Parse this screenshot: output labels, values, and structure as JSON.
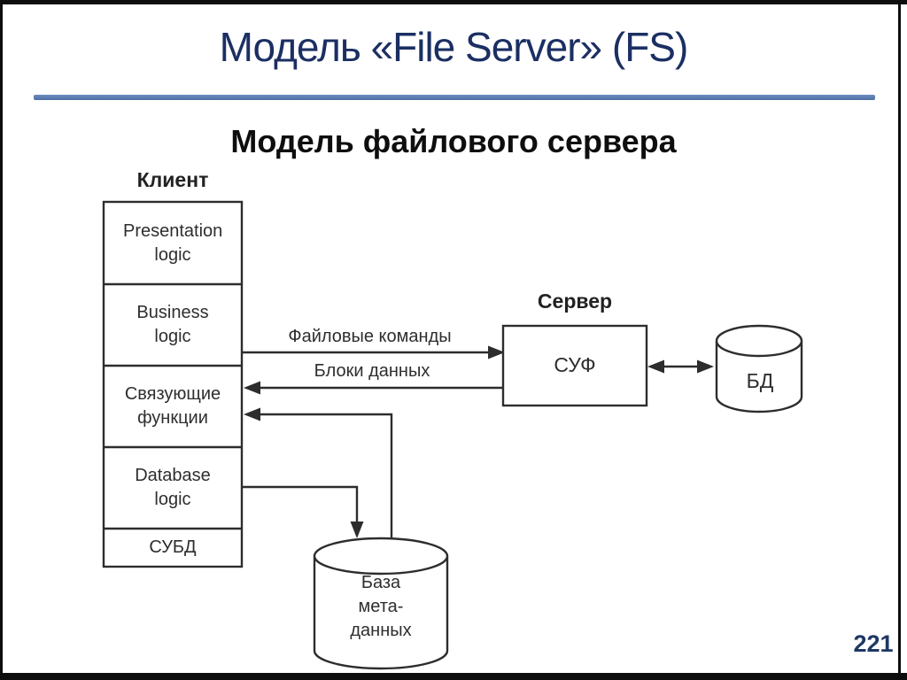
{
  "slide": {
    "title": "Модель «File Server» (FS)",
    "subtitle": "Модель файлового сервера",
    "page_number": "221"
  },
  "diagram": {
    "client": {
      "title": "Клиент",
      "layers": [
        {
          "label": "Presentation logic"
        },
        {
          "label": "Business logic"
        },
        {
          "label": "Связующие функции"
        },
        {
          "label": "Database logic"
        },
        {
          "label": "СУБД"
        }
      ]
    },
    "server": {
      "title": "Сервер",
      "label": "СУФ"
    },
    "database_cylinder": {
      "label": "БД"
    },
    "metadata_cylinder": {
      "label": "База мета- данных"
    },
    "arrows": [
      {
        "label": "Файловые команды",
        "from": "client-business-logic",
        "to": "server",
        "direction": "right"
      },
      {
        "label": "Блоки данных",
        "from": "server",
        "to": "client-binding-functions",
        "direction": "left"
      },
      {
        "label": "",
        "from": "metadata-cylinder",
        "to": "client-binding-functions",
        "direction": "left"
      },
      {
        "label": "",
        "from": "client-database-logic",
        "to": "metadata-cylinder",
        "direction": "down"
      },
      {
        "label": "",
        "from": "server",
        "to": "database-cylinder",
        "direction": "both"
      }
    ]
  },
  "colors": {
    "title_text": "#1b2f63",
    "divider_rule": "#5b7cb1",
    "page_number": "#1f3864",
    "diagram_ink": "#2d2d2d"
  }
}
